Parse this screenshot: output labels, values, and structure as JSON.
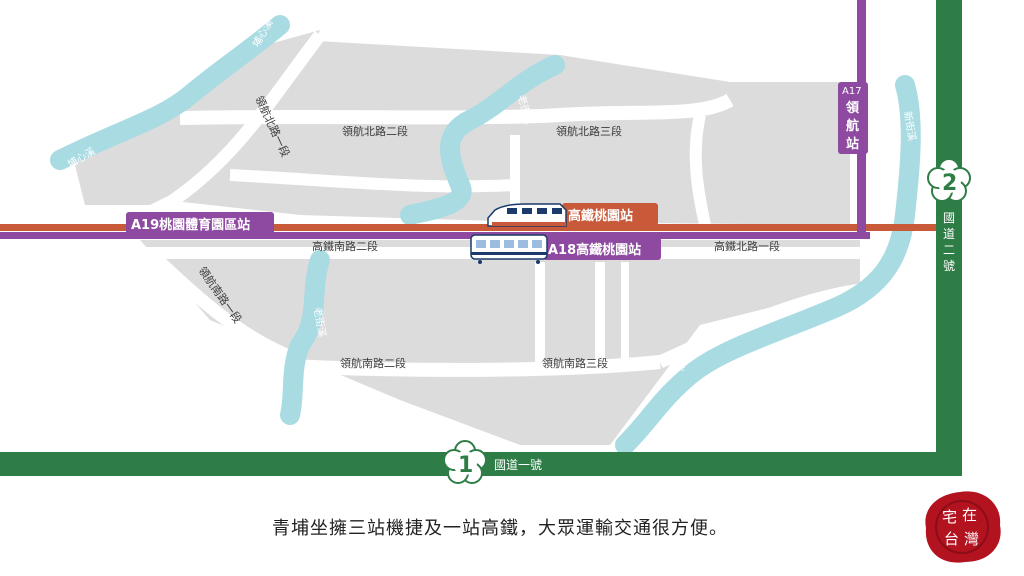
{
  "colors": {
    "block": "#dcdcdc",
    "road": "#ffffff",
    "river": "#a9dbe3",
    "hsr_line": "#c85a3a",
    "mrt_line": "#8e4aa0",
    "highway": "#2e7d46"
  },
  "rivers": {
    "laojie_top": "老街溪",
    "laojie_bottom": "老街溪",
    "xinjie": "新街溪",
    "xinjie_lower": "新街溪",
    "left_top": "埔心溪",
    "left_mid": "埔心溪"
  },
  "roads": {
    "linghang_north_2": "領航北路二段",
    "linghang_north_3": "領航北路三段",
    "linghang_north_1": "領航北路一段",
    "gaotie_south_2": "高鐵南路二段",
    "gaotie_north_1": "高鐵北路一段",
    "linghang_south_1": "領航南路一段",
    "linghang_south_2": "領航南路二段",
    "linghang_south_3": "領航南路三段"
  },
  "stations": {
    "a19": "A19桃園體育園區站",
    "hsr": "高鐵桃園站",
    "a18": "A18高鐵桃園站",
    "a17_code": "A17",
    "a17_name_1": "領",
    "a17_name_2": "航",
    "a17_name_3": "站"
  },
  "highways": {
    "h1_number": "1",
    "h1_name": "國道一號",
    "h2_number": "2",
    "h2_name_1": "國",
    "h2_name_2": "道",
    "h2_name_3": "二",
    "h2_name_4": "號"
  },
  "caption": "青埔坐擁三站機捷及一站高鐵，大眾運輸交通很方便。",
  "seal": {
    "char_1": "宅",
    "char_2": "在",
    "char_3": "台",
    "char_4": "灣"
  }
}
